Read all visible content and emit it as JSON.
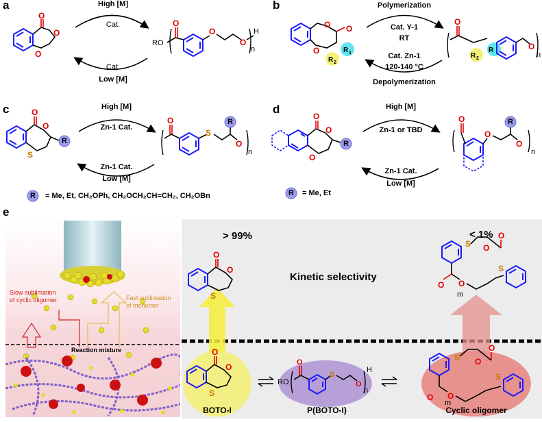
{
  "panels": {
    "a": {
      "label": "a",
      "top_condition": "High [M]",
      "top_catalyst": "Cat.",
      "bottom_catalyst": "Cat.",
      "bottom_condition": "Low [M]",
      "polymer_end_left": "RO",
      "polymer_end_right": "H",
      "repeat": "n"
    },
    "b": {
      "label": "b",
      "top_title": "Polymerization",
      "top_catalyst": "Cat. Y-1",
      "top_temp": "RT",
      "bottom_catalyst": "Cat. Zn-1",
      "bottom_temp": "120-140 °C",
      "bottom_title": "Depolymerization",
      "sub_r1": "R1",
      "sub_r2": "R2",
      "repeat": "n"
    },
    "c": {
      "label": "c",
      "top_condition": "High [M]",
      "top_catalyst": "Zn-1 Cat.",
      "bottom_catalyst": "Zn-1 Cat.",
      "bottom_condition": "Low [M]",
      "r_badge": "R",
      "r_definition": "= Me, Et, CH₂OPh, CH₂OCH₂CH=CH₂, CH₂OBn",
      "repeat": "n"
    },
    "d": {
      "label": "d",
      "top_condition": "High [M]",
      "top_catalyst": "Zn-1 or TBD",
      "bottom_catalyst": "Zn-1 Cat.",
      "bottom_condition": "Low [M]",
      "r_badge": "R",
      "r_definition": "= Me,  Et",
      "repeat": "n"
    },
    "e": {
      "label": "e",
      "slow_sublimation": "Slow sublimation\nof cyclic oligomer",
      "fast_sublimation": "Fast sublimation\nof monomer",
      "reaction_mixture": "Reaction mixture",
      "monomer_pct": "> 99%",
      "oligomer_pct": "< 1%",
      "kinetic": "Kinetic selectivity",
      "monomer_name": "BOTO-I",
      "polymer_name": "P(BOTO-I)",
      "oligomer_name": "Cyclic oligomer",
      "polymer_end_left": "RO",
      "polymer_end_right": "H",
      "repeat": "n",
      "m": "m"
    }
  },
  "colors": {
    "ring": "#1a1aff",
    "oxygen": "#e00000",
    "sulfur": "#c87800",
    "r_badge": "#9b9bf0",
    "yellow_hl": "#f5f07a",
    "purple_hl": "#b7a0d8",
    "red_hl": "#e8928e",
    "cyan_hl": "#5ee6f0",
    "yellow_arrow": "#f3ef3a",
    "red_arrow": "#e6908e"
  }
}
